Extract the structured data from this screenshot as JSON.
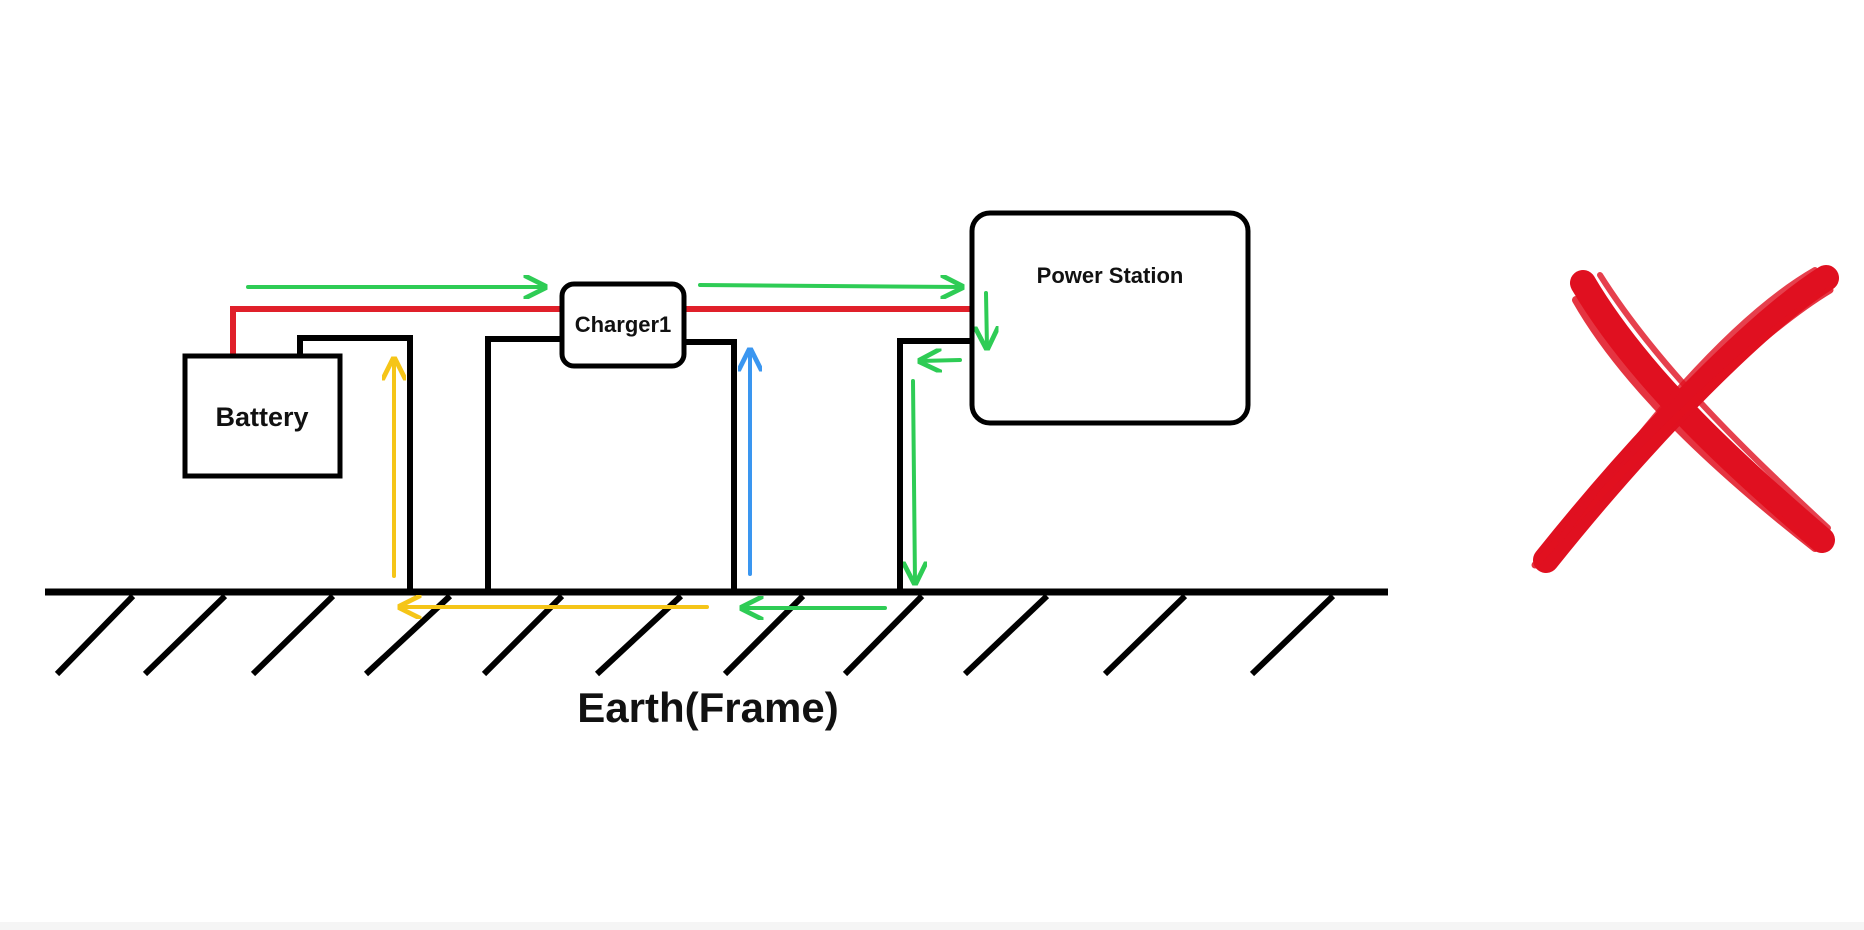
{
  "diagram": {
    "components": {
      "battery": "Battery",
      "charger": "Charger1",
      "power_station": "Power Station"
    },
    "ground_label": "Earth(Frame)"
  },
  "colors": {
    "wire": "#000000",
    "positive_wire": "#e0202a",
    "current_green": "#2ecc55",
    "current_yellow": "#f5c518",
    "current_blue": "#3a96f0",
    "cross_mark": "#e01020"
  },
  "icons": {
    "verdict": "red-cross-icon"
  }
}
